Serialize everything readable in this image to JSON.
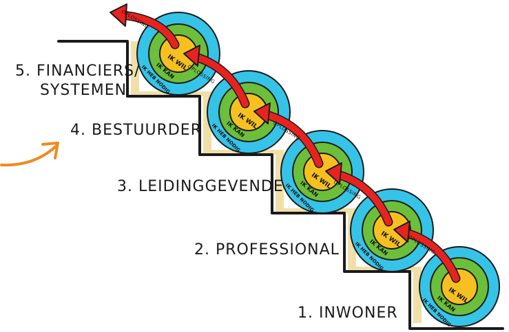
{
  "steps": [
    {
      "label": "1. INWONER"
    },
    {
      "label": "2. PROFESSIONAL"
    },
    {
      "label": "3. LEIDINGGEVENDE"
    },
    {
      "label": "4. BESTUURDER"
    },
    {
      "label": "5. FINANCIERS/",
      "label2": "SYSTEMEN"
    }
  ],
  "circles": {
    "inner": "IK WIL",
    "middle": "IK KAN",
    "outer": "IK HEB NODIG"
  },
  "arrow_label": "OPLOSSING",
  "colors": {
    "outer_ring": "#36c3e8",
    "middle_ring": "#6cbf3a",
    "inner_circle": "#f6c020",
    "arrow": "#e8231f",
    "stair_shadow": "#f0e0a8",
    "stair_line": "#1a1a1a",
    "pointer_arrow": "#ef8a1e"
  },
  "icons": {
    "pointer": "orange-curved-arrow-icon"
  }
}
